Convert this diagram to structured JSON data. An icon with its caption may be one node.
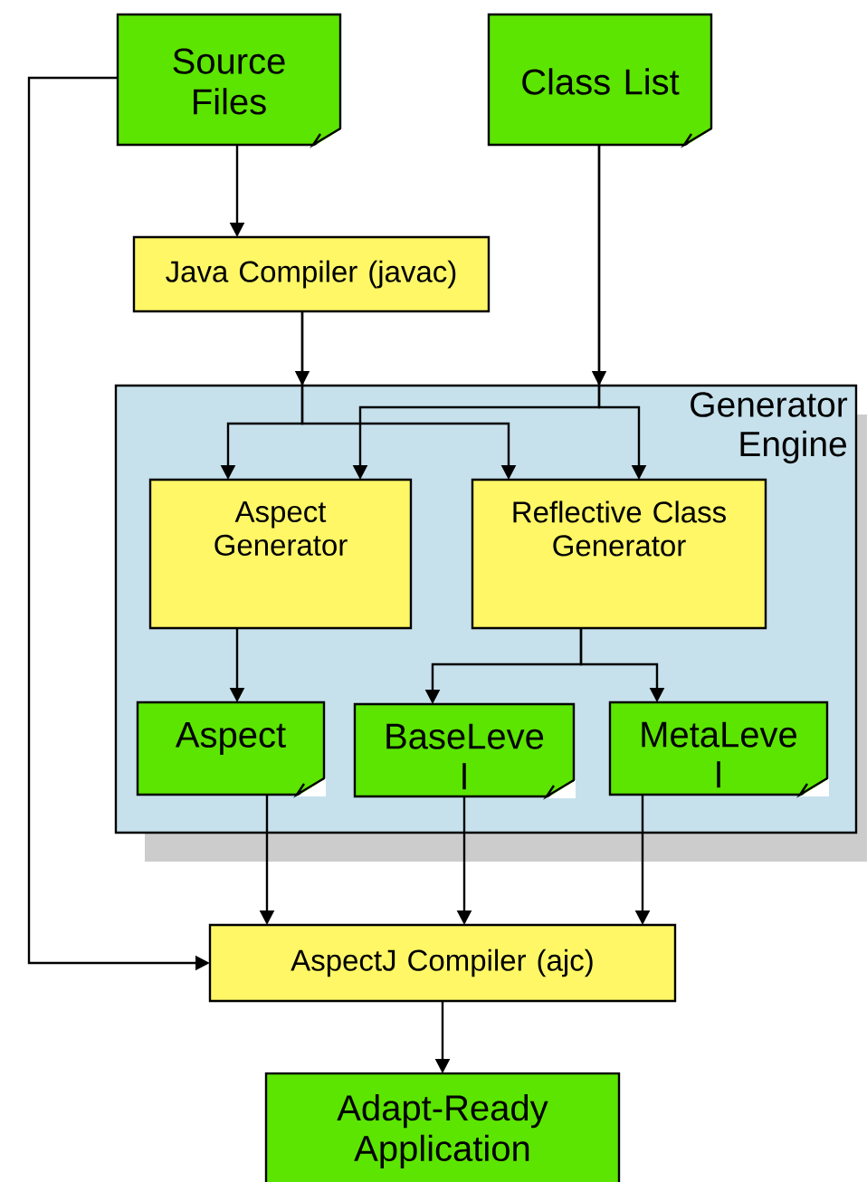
{
  "diagram": {
    "nodes": [
      {
        "text": [
          "Source Files"
        ]
      },
      {
        "text": [
          "Class List"
        ]
      },
      {
        "text": [
          "Java Compiler (javac)"
        ]
      },
      {
        "text": [
          "Generator Engine"
        ]
      },
      {
        "text": [
          "Aspect Generator"
        ],
        "in": 3
      },
      {
        "text": [
          "Reflective Class Generator"
        ],
        "in": 3
      },
      {
        "text": [
          "Aspect"
        ],
        "in": 3
      },
      {
        "text": [
          "BaseLeve l"
        ],
        "in": 3
      },
      {
        "text": [
          "MetaLeve l"
        ],
        "in": 3
      },
      {
        "text": [
          "AspectJ Compiler (ajc)"
        ]
      },
      {
        "text": [
          "Adapt-Ready Application"
        ]
      }
    ],
    "edges": [
      {
        "from": 0,
        "to": 2,
        "arrow": "to"
      },
      {
        "from": 2,
        "to": 4,
        "arrow": "to"
      },
      {
        "from": 2,
        "to": 5,
        "arrow": "to"
      },
      {
        "from": 1,
        "to": 4,
        "arrow": "to"
      },
      {
        "from": 1,
        "to": 5,
        "arrow": "to"
      },
      {
        "from": 4,
        "to": 6,
        "arrow": "to"
      },
      {
        "from": 5,
        "to": 7,
        "arrow": "to"
      },
      {
        "from": 5,
        "to": 8,
        "arrow": "to"
      },
      {
        "from": 6,
        "to": 9,
        "arrow": "to"
      },
      {
        "from": 7,
        "to": 9,
        "arrow": "to"
      },
      {
        "from": 8,
        "to": 9,
        "arrow": "to"
      },
      {
        "from": 0,
        "to": 9,
        "arrow": "to"
      },
      {
        "from": 9,
        "to": 10,
        "arrow": "to"
      }
    ]
  }
}
